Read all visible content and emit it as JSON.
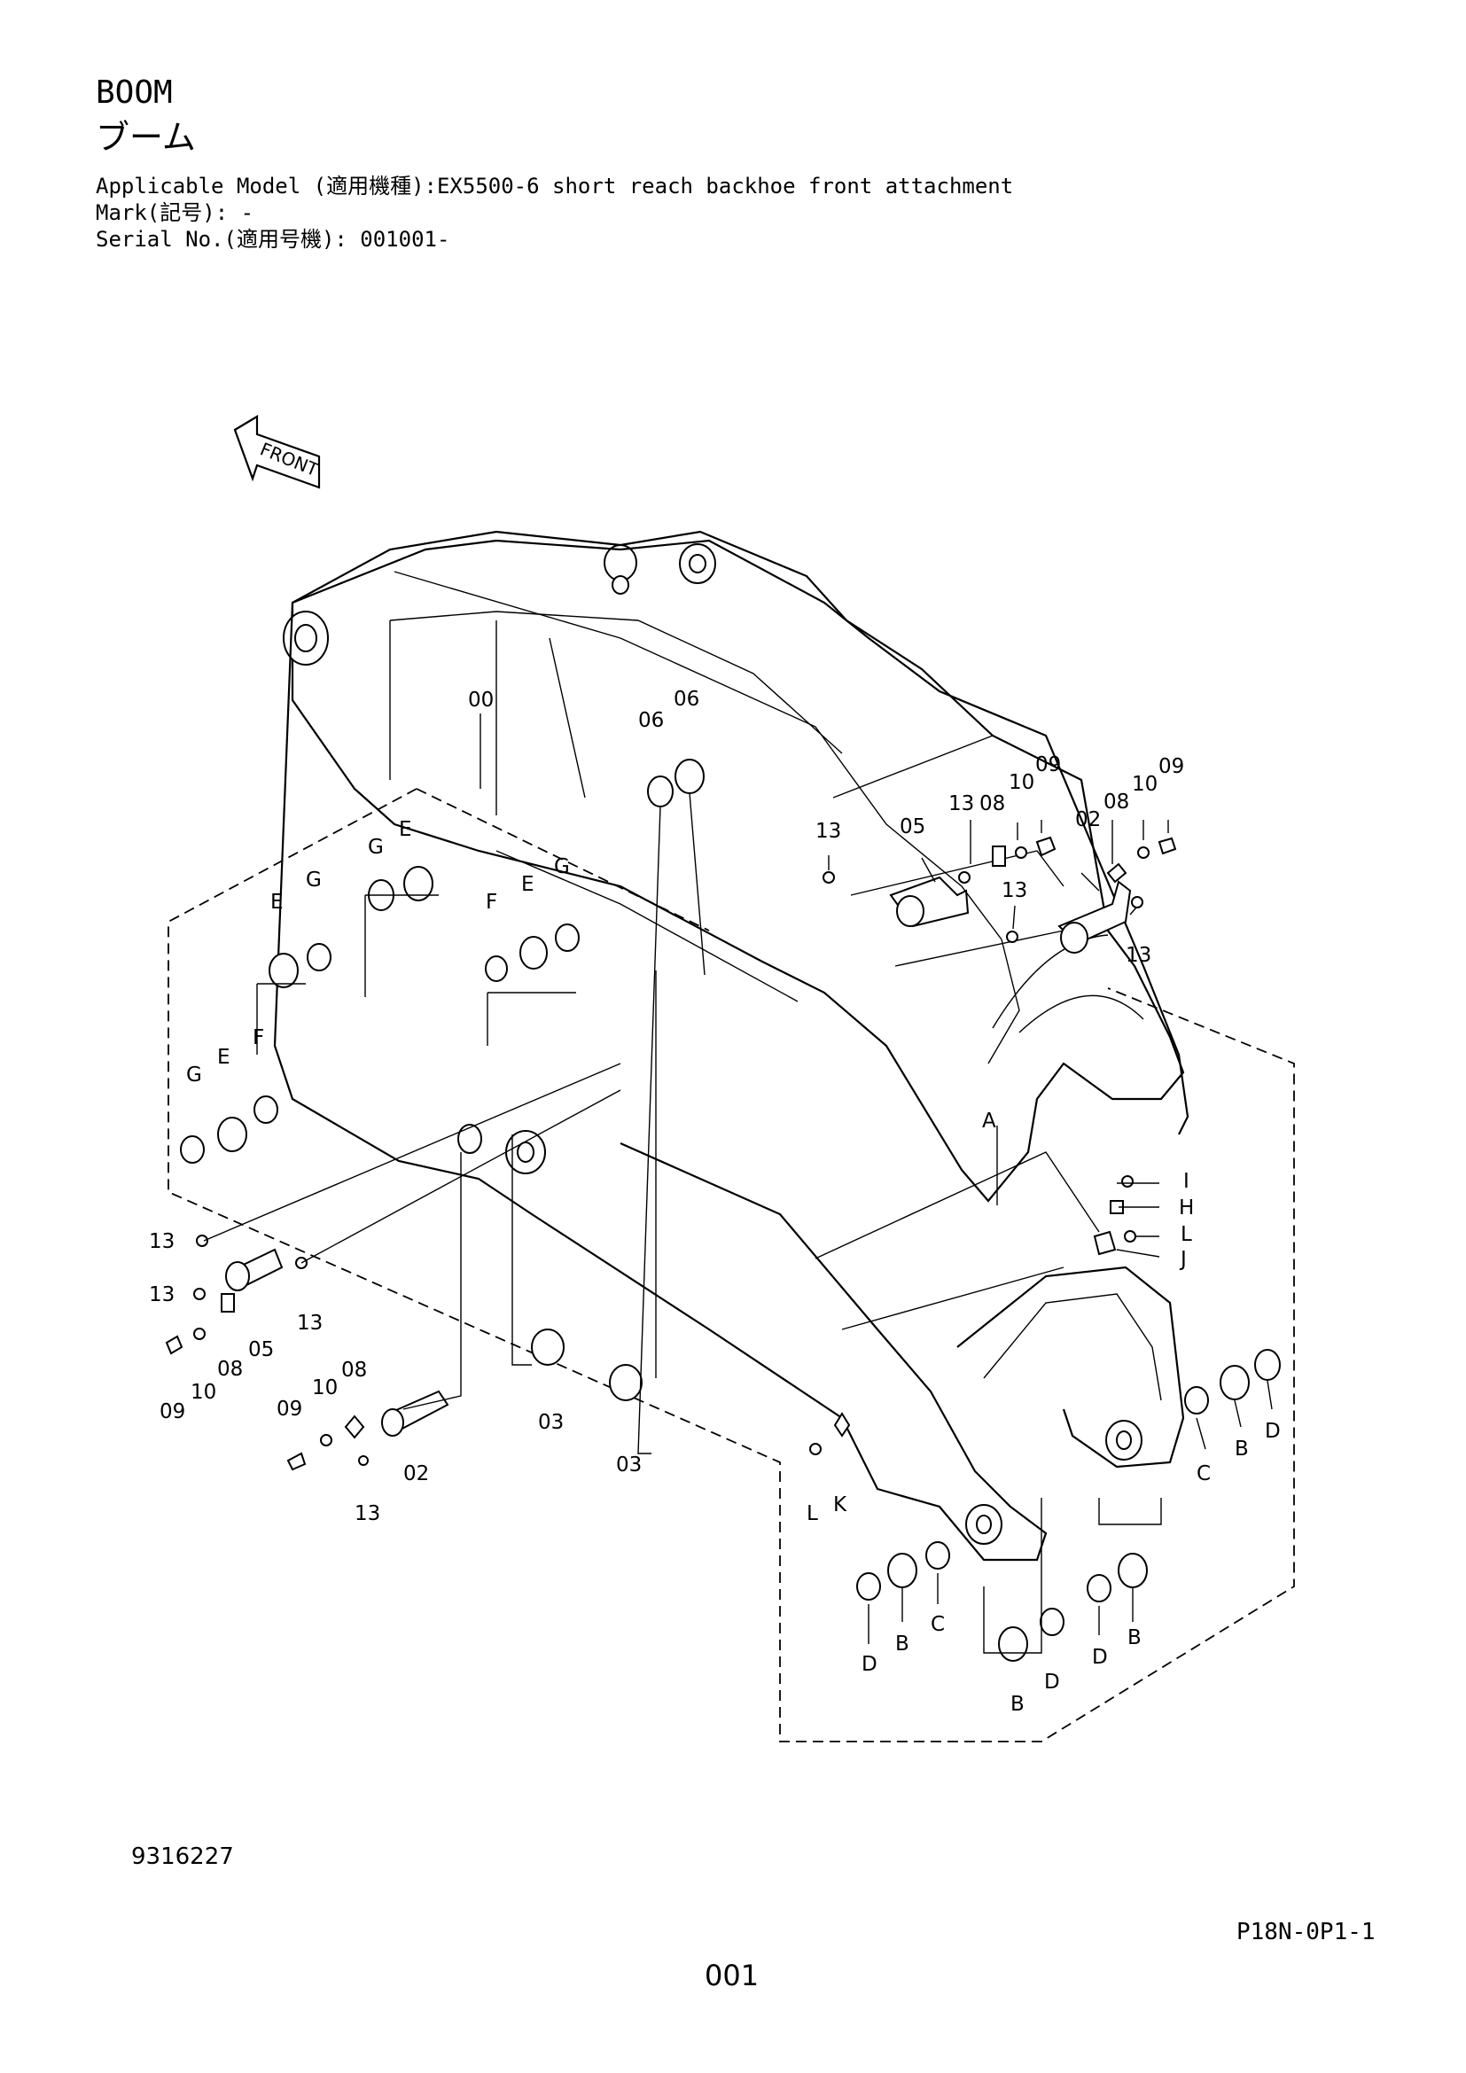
{
  "header": {
    "title_en": "BOOM",
    "title_jp": "ブーム",
    "applicable_model": "Applicable Model (適用機種):EX5500-6 short reach backhoe front attachment",
    "mark": "Mark(記号): -",
    "serial": "Serial No.(適用号機): 001001-"
  },
  "front_label": "FRONT",
  "callouts": {
    "c00": "00",
    "c06a": "06",
    "c06b": "06",
    "c13a": "13",
    "c08a": "08",
    "c10a": "10",
    "c09a": "09",
    "c05a": "05",
    "c02a": "02",
    "c08b": "08",
    "c10b": "10",
    "c09b": "09",
    "c13b": "13",
    "c13c": "13",
    "cA": "A",
    "cI": "I",
    "cH": "H",
    "cL": "L",
    "cJ": "J",
    "cG1": "G",
    "cE1": "E",
    "cE2": "E",
    "cG2": "G",
    "cF1": "F",
    "cE3": "E",
    "cG3": "G",
    "cG4": "G",
    "cE4": "E",
    "cF2": "F",
    "c13d": "13",
    "c13e": "13",
    "c13f": "13",
    "c05b": "05",
    "c08c": "08",
    "c10c": "10",
    "c09c": "09",
    "c09d": "09",
    "c10d": "10",
    "c08d": "08",
    "c13g": "13",
    "c02b": "02",
    "c03a": "03",
    "c03b": "03",
    "cL2": "L",
    "cK": "K",
    "cC1": "C",
    "cB1": "B",
    "cD1": "D",
    "cD2": "D",
    "cB2": "B",
    "cC2": "C",
    "cB3": "B",
    "cD3": "D",
    "cD4": "D",
    "cB4": "B"
  },
  "footer": {
    "doc_number": "9316227",
    "sheet_code": "P18N-0P1-1",
    "page_number": "001"
  }
}
